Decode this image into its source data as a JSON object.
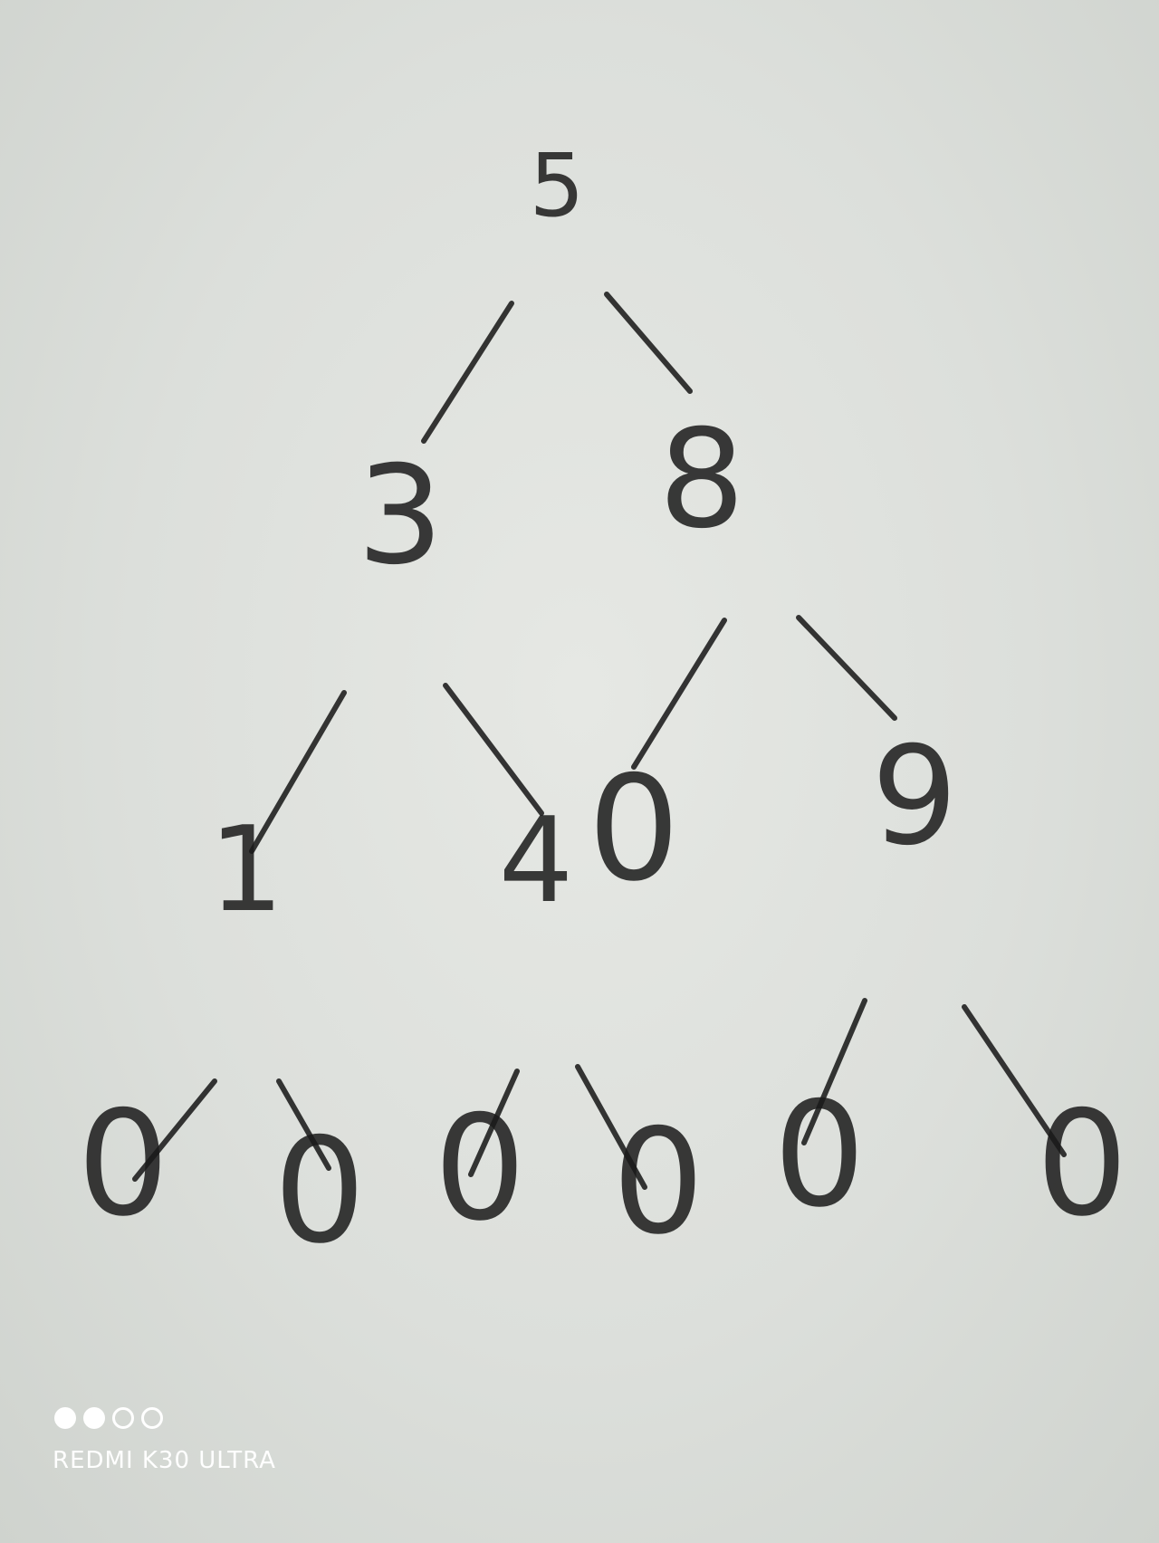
{
  "tree": {
    "nodes": [
      {
        "id": "n-root",
        "label": "5"
      },
      {
        "id": "n-3",
        "label": "3"
      },
      {
        "id": "n-8",
        "label": "8"
      },
      {
        "id": "n-1",
        "label": "1"
      },
      {
        "id": "n-4",
        "label": "4"
      },
      {
        "id": "n-0-mid",
        "label": "0"
      },
      {
        "id": "n-9",
        "label": "9"
      },
      {
        "id": "n-leaf-1",
        "label": "0"
      },
      {
        "id": "n-leaf-2",
        "label": "0"
      },
      {
        "id": "n-leaf-3",
        "label": "0"
      },
      {
        "id": "n-leaf-4",
        "label": "0"
      },
      {
        "id": "n-leaf-5",
        "label": "0"
      },
      {
        "id": "n-leaf-6",
        "label": "0"
      }
    ],
    "edges": [
      [
        "n-root",
        "n-3"
      ],
      [
        "n-root",
        "n-8"
      ],
      [
        "n-3",
        "n-1"
      ],
      [
        "n-3",
        "n-4"
      ],
      [
        "n-8",
        "n-0-mid"
      ],
      [
        "n-8",
        "n-9"
      ],
      [
        "n-1",
        "n-leaf-1"
      ],
      [
        "n-1",
        "n-leaf-2"
      ],
      [
        "n-4",
        "n-leaf-3"
      ],
      [
        "n-4",
        "n-leaf-4"
      ],
      [
        "n-9",
        "n-leaf-5"
      ],
      [
        "n-9",
        "n-leaf-6"
      ]
    ]
  },
  "watermark": {
    "indicator": [
      "filled",
      "filled",
      "hollow",
      "hollow"
    ],
    "device": "REDMI K30 ULTRA"
  }
}
